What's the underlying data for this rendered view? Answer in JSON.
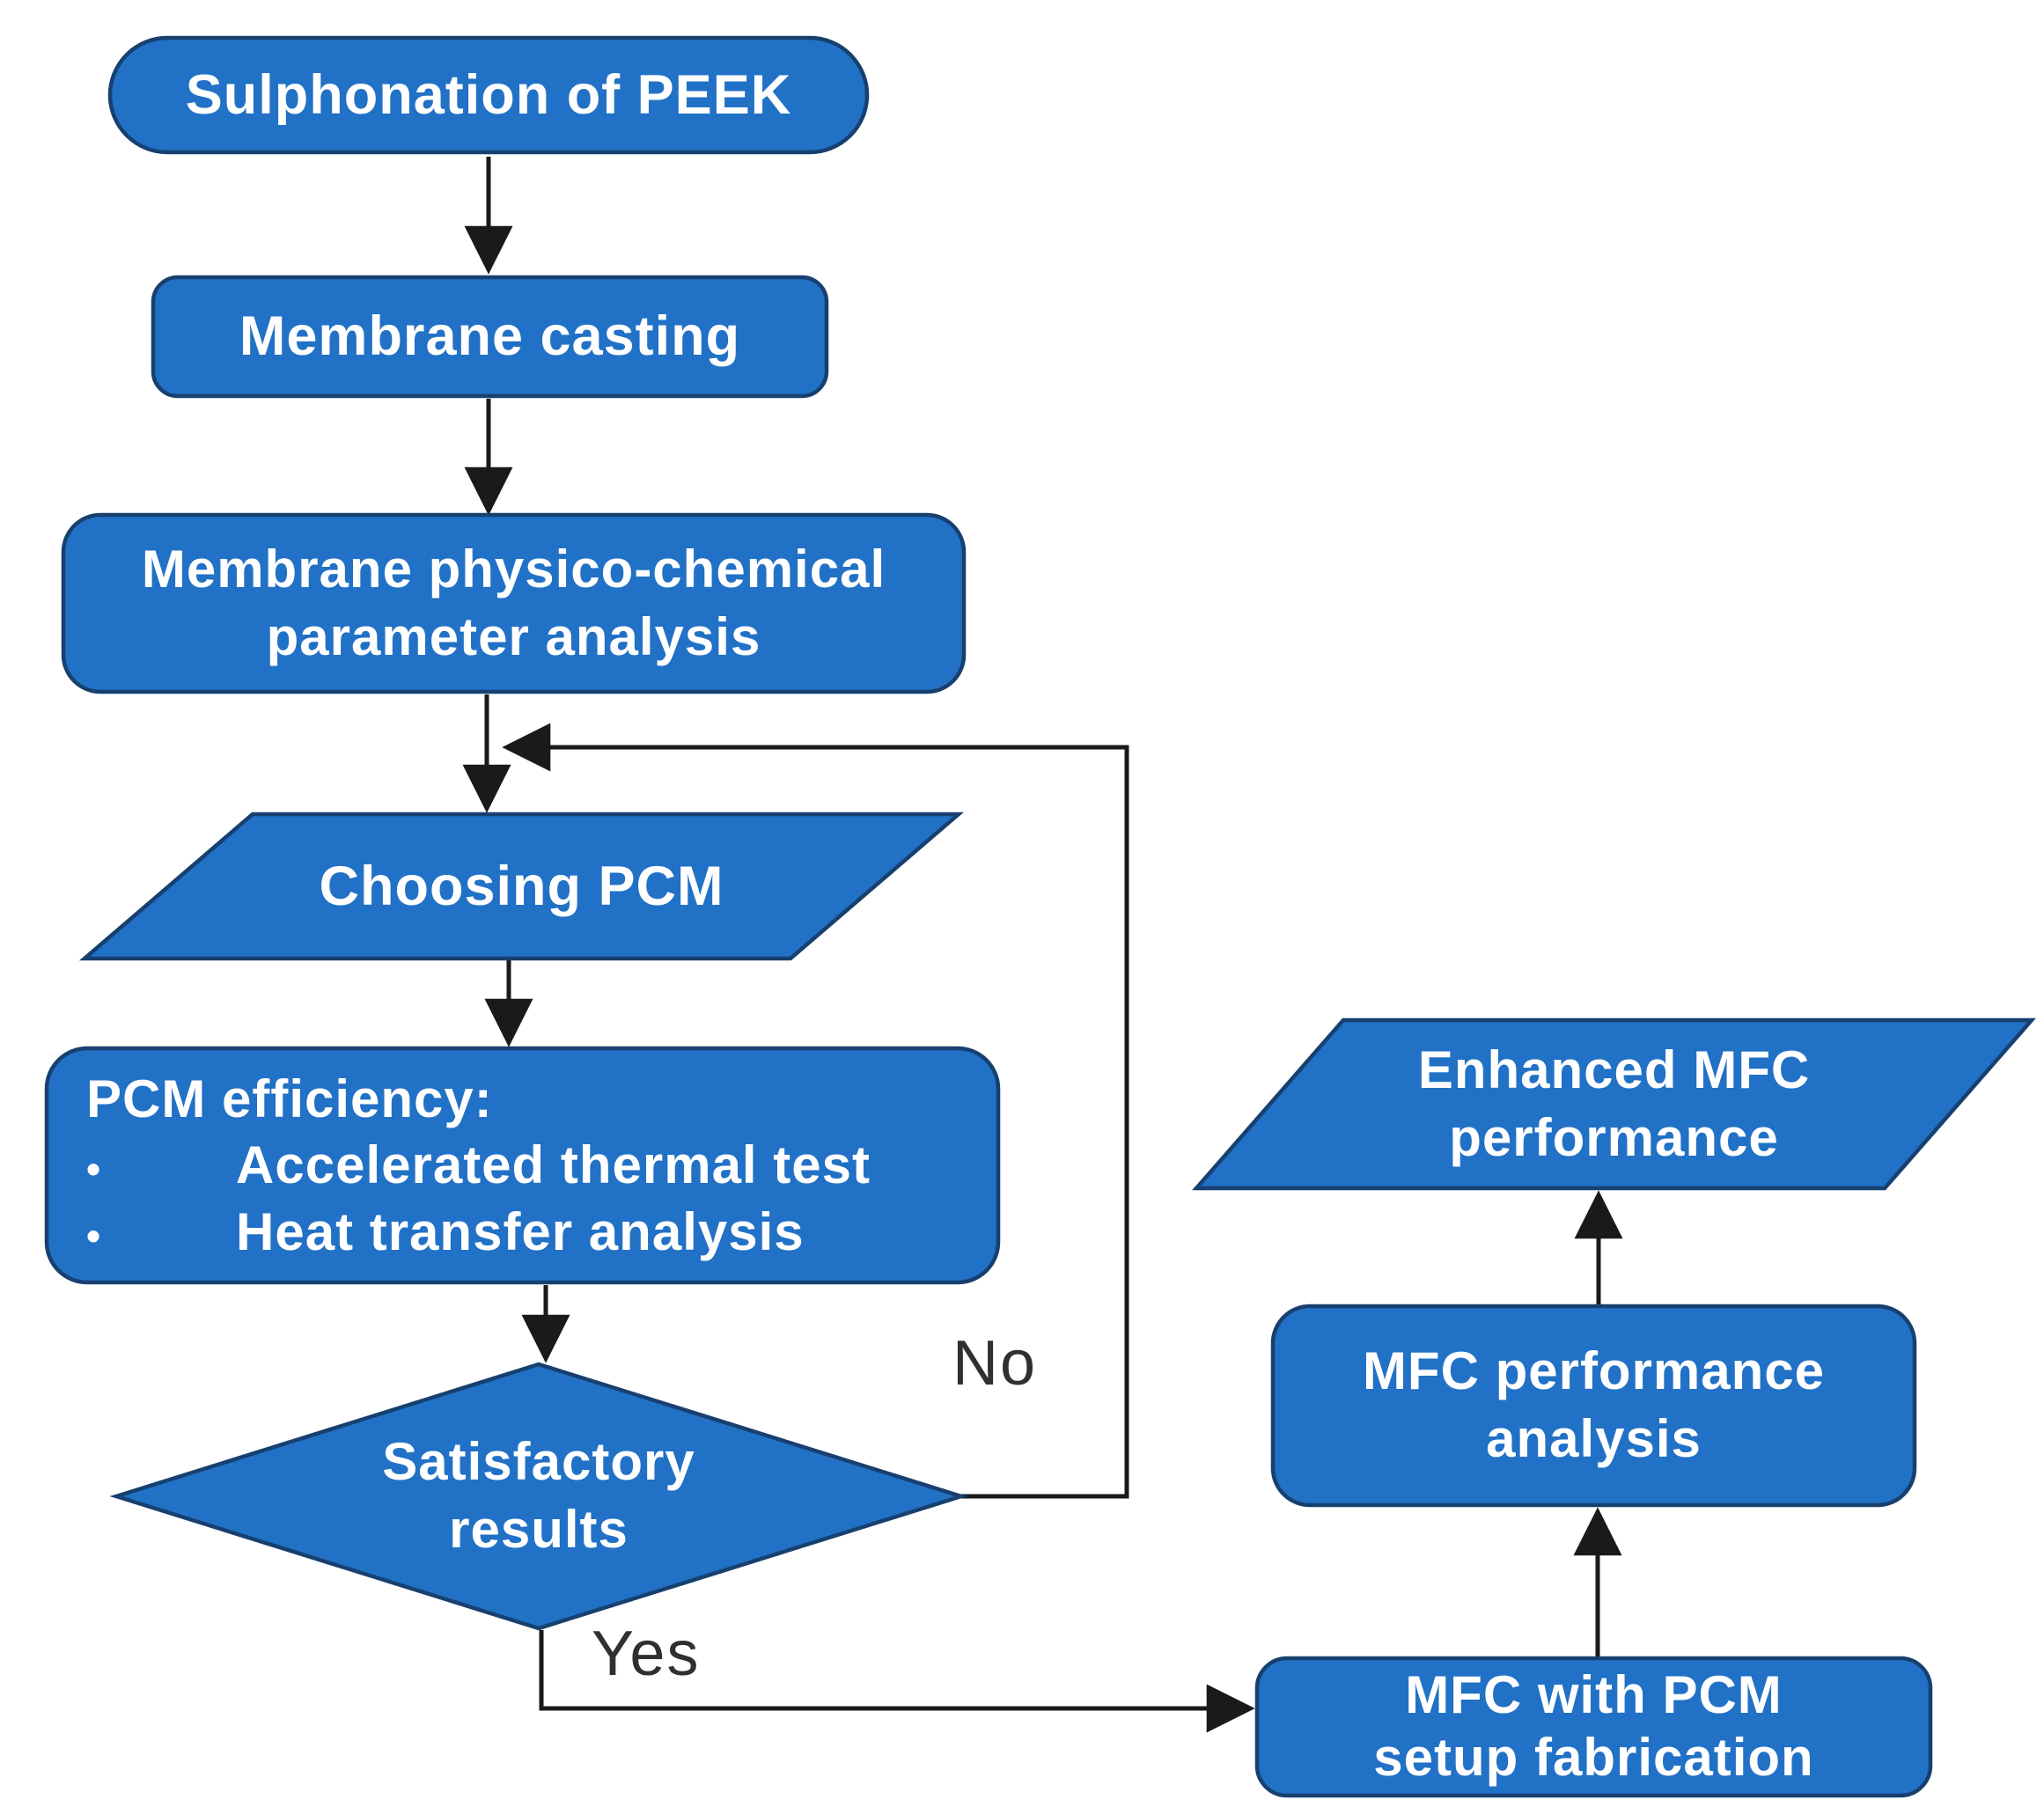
{
  "colors": {
    "shape_fill": "#2171C6",
    "shape_border": "#17406F",
    "arrow": "#1A1A1A",
    "label_text": "#FFFFFF",
    "edge_label_text": "#303030",
    "background": "#FFFFFF"
  },
  "nodes": {
    "sulphonation": {
      "label": "Sulphonation of PEEK"
    },
    "membrane_casting": {
      "label": "Membrane casting"
    },
    "membrane_analysis": {
      "line1": "Membrane physico-chemical",
      "line2": "parameter analysis"
    },
    "choosing_pcm": {
      "label": "Choosing PCM"
    },
    "pcm_efficiency": {
      "heading": "PCM efficiency:",
      "bullet_glyph": "•",
      "bullet1": "Accelerated thermal test",
      "bullet2": "Heat transfer analysis"
    },
    "satisfactory": {
      "line1": "Satisfactory",
      "line2": "results"
    },
    "enhanced_mfc": {
      "line1": "Enhanced MFC",
      "line2": "performance"
    },
    "mfc_performance": {
      "line1": "MFC performance",
      "line2": "analysis"
    },
    "mfc_with_pcm": {
      "line1": "MFC with PCM",
      "line2": "setup fabrication"
    }
  },
  "edges": {
    "yes_label": "Yes",
    "no_label": "No"
  }
}
